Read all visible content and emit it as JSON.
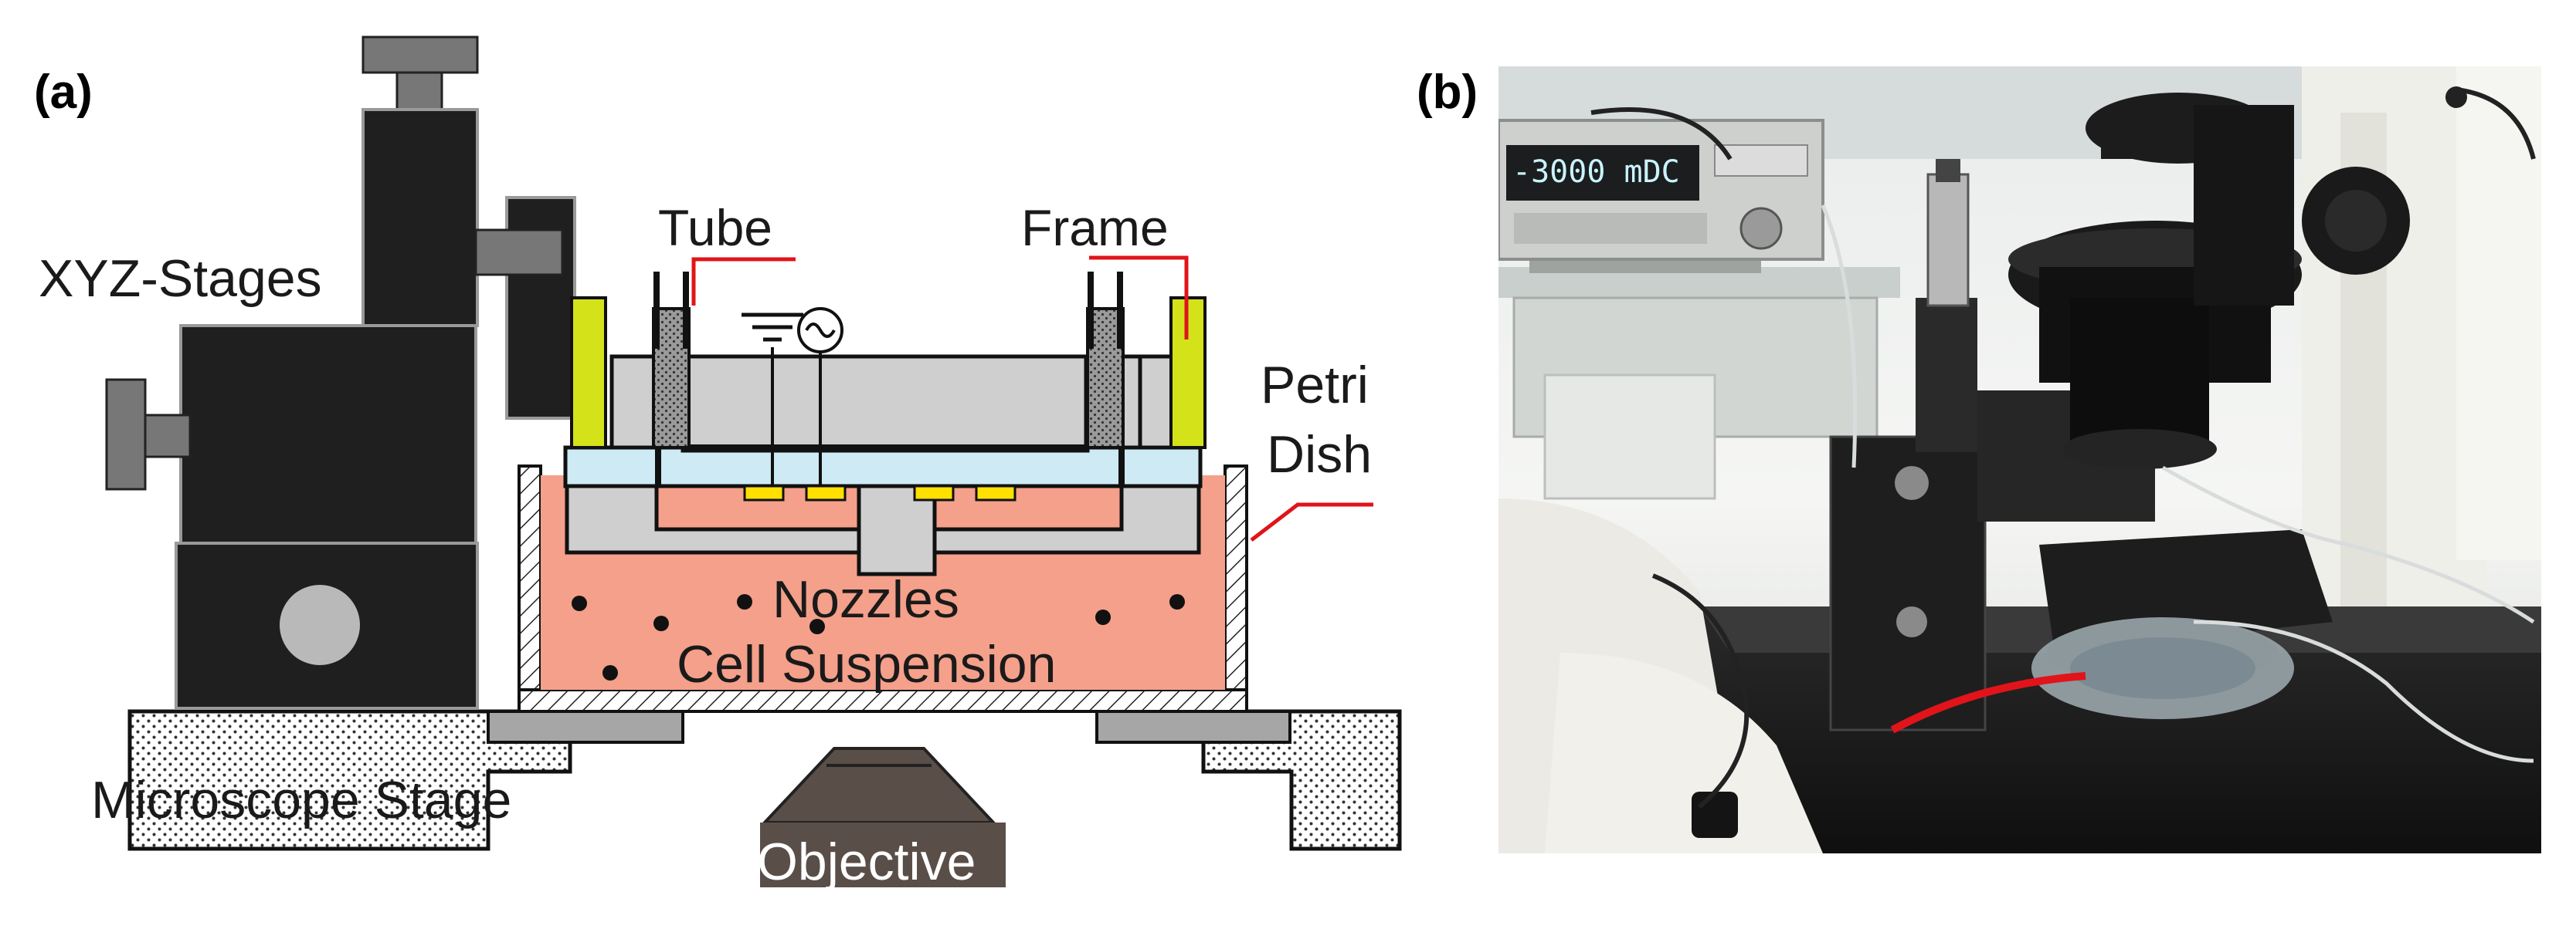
{
  "panels": {
    "a": {
      "label": "(a)"
    },
    "b": {
      "label": "(b)"
    }
  },
  "labels": {
    "xyz_stages": "XYZ-Stages",
    "tube": "Tube",
    "frame": "Frame",
    "petri_dish": [
      "Petri",
      "Dish"
    ],
    "nozzles": "Nozzles",
    "cell_suspension": "Cell Suspension",
    "microscope_stage": "Microscope Stage",
    "objective": "Objective"
  },
  "photo": {
    "display_readout": "-3000  mDC"
  },
  "colors": {
    "stage_dark": "#1f1f1f",
    "knob_gray": "#7a7a7a",
    "device_gray": "#cfcfcf",
    "glass_blue": "#cdeaf5",
    "liquid_salmon": "#f4a08a",
    "electrode_yellow": "#ffe000",
    "frame_green": "#d4e21a",
    "leader_red": "#e0141a",
    "objective_brown": "#5a4e49"
  }
}
